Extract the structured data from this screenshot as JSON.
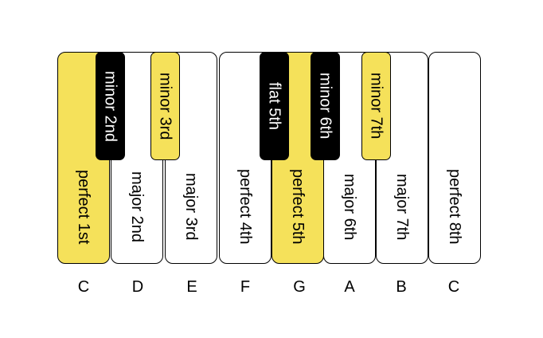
{
  "colors": {
    "highlight": "#f5e15a",
    "black_key": "#000000",
    "white_key": "#ffffff"
  },
  "white_keys": [
    {
      "label": "perfect 1st",
      "highlight": true
    },
    {
      "label": "major 2nd",
      "highlight": false
    },
    {
      "label": "major 3rd",
      "highlight": false
    },
    {
      "label": "perfect 4th",
      "highlight": false
    },
    {
      "label": "perfect 5th",
      "highlight": true
    },
    {
      "label": "major 6th",
      "highlight": false
    },
    {
      "label": "major 7th",
      "highlight": false
    },
    {
      "label": "perfect 8th",
      "highlight": false
    }
  ],
  "black_keys": [
    {
      "label": "minor 2nd",
      "highlight": false
    },
    {
      "label": "minor 3rd",
      "highlight": true
    },
    {
      "label": "flat 5th",
      "highlight": false
    },
    {
      "label": "minor 6th",
      "highlight": false
    },
    {
      "label": "minor 7th",
      "highlight": true
    }
  ],
  "notes": [
    "C",
    "D",
    "E",
    "F",
    "G",
    "A",
    "B",
    "C"
  ]
}
